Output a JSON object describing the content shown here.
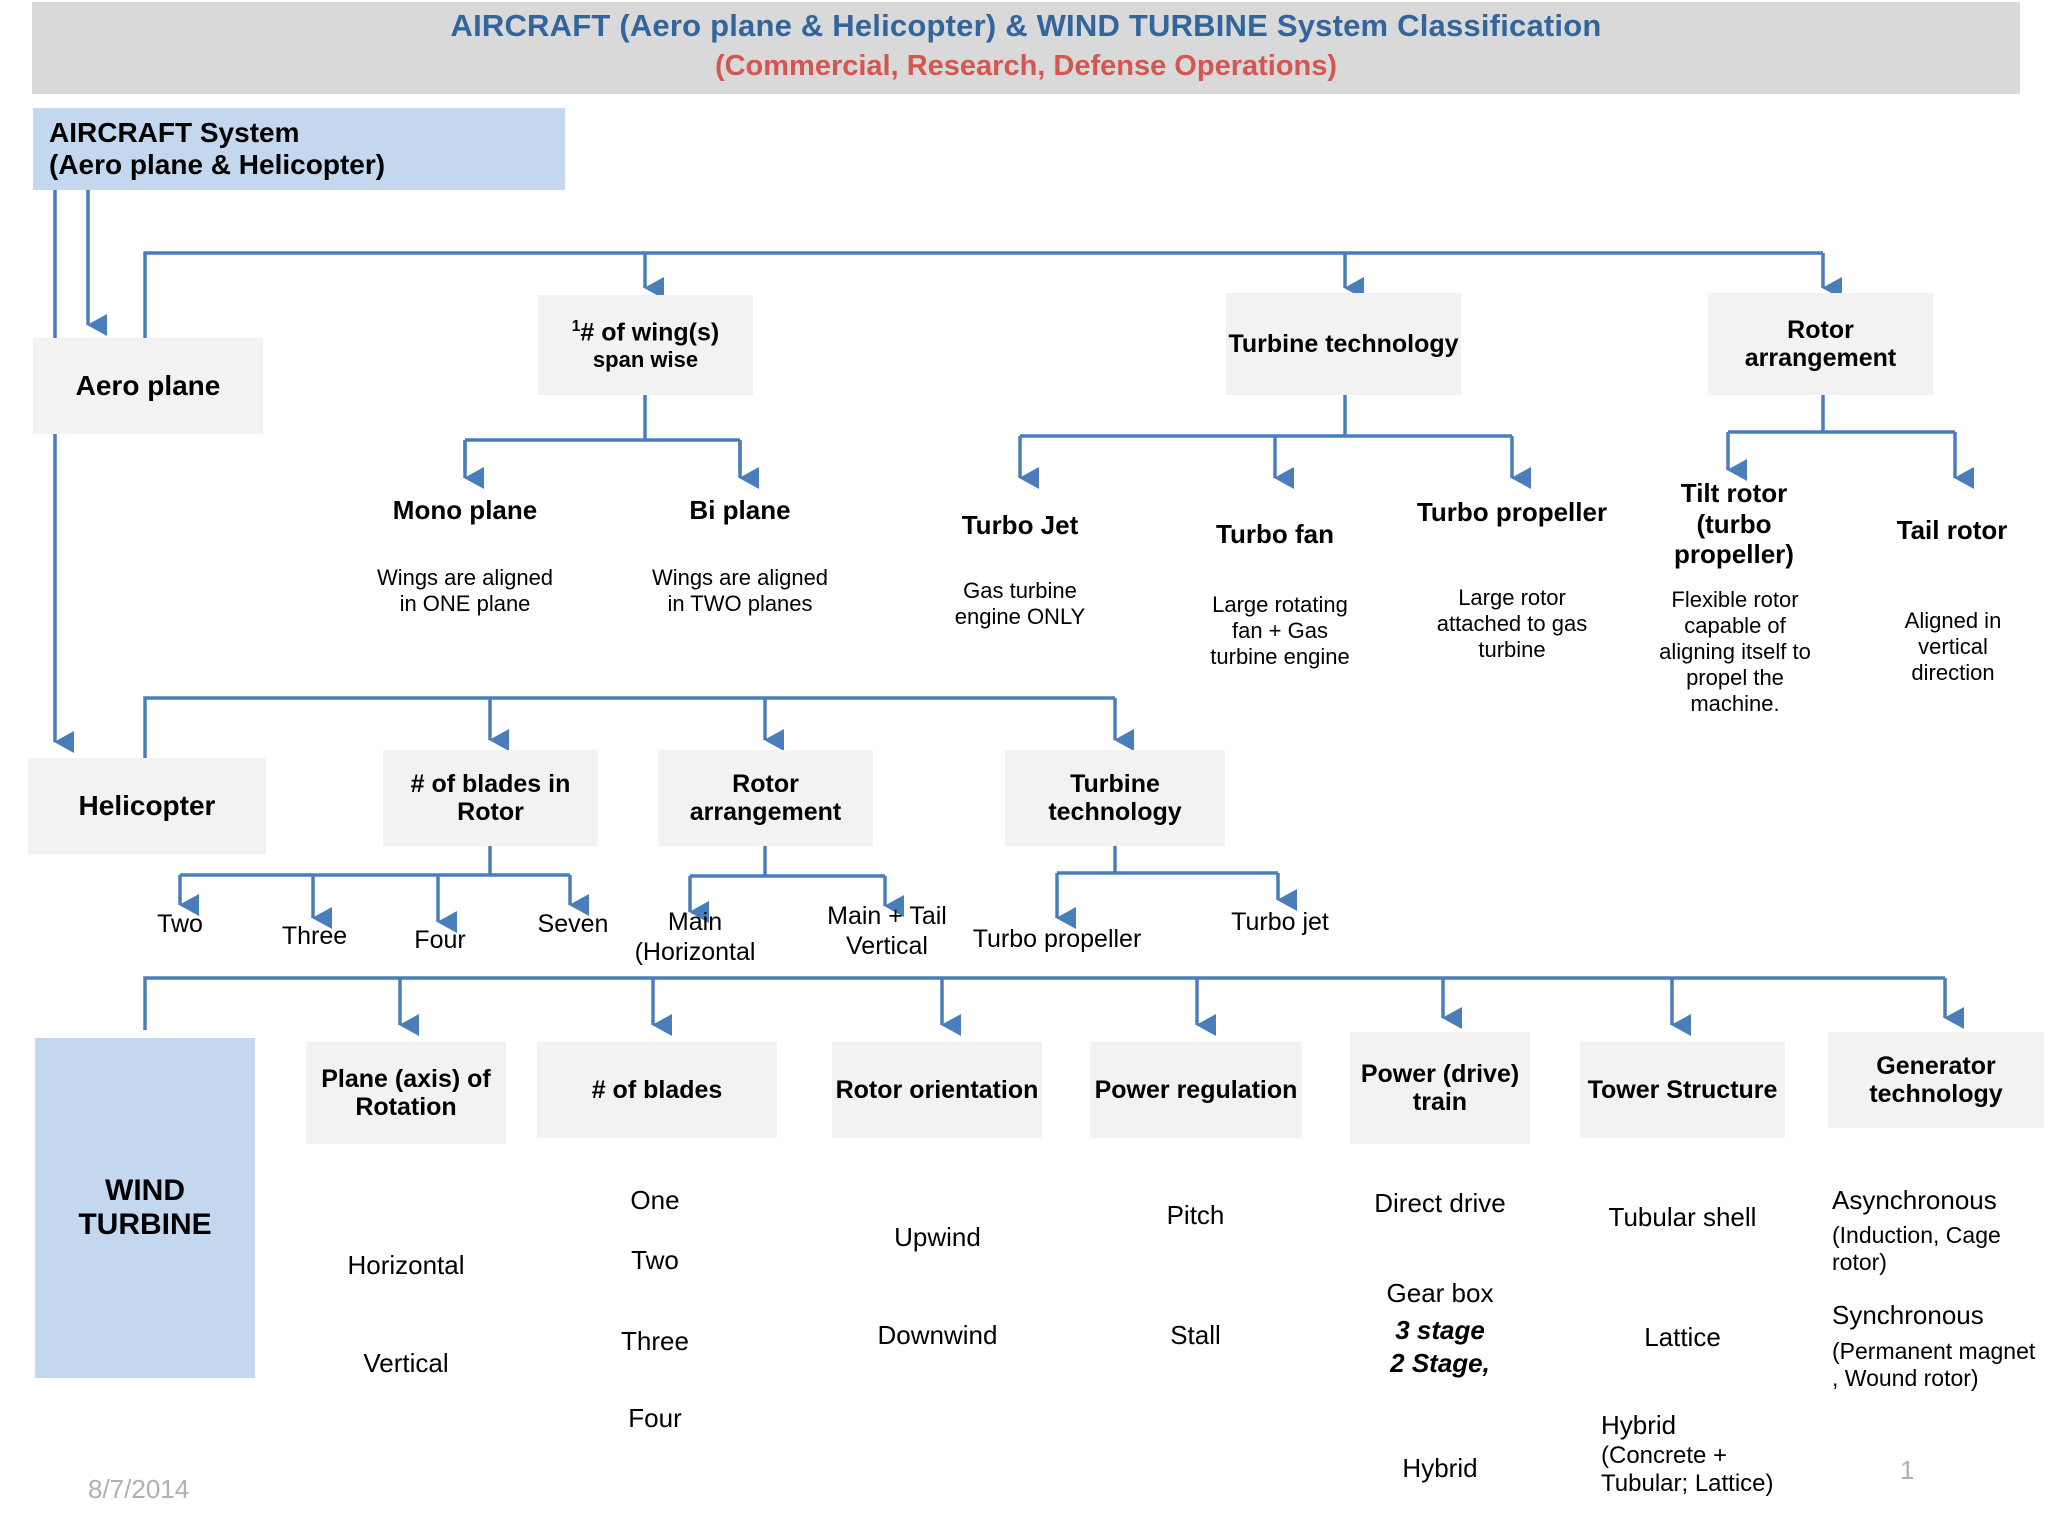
{
  "title": {
    "main": "AIRCRAFT (Aero plane & Helicopter) & WIND TURBINE System Classification",
    "sub": "(Commercial,  Research, Defense Operations)",
    "main_color": "#31659C",
    "sub_color": "#D4564F",
    "bar_color": "#D9D9D9"
  },
  "footer": {
    "date": "8/7/2014",
    "page_number": "1"
  },
  "aircraft": {
    "root_line1": "AIRCRAFT System",
    "root_line2": "(Aero plane & Helicopter)",
    "aeroplane": "Aero plane",
    "helicopter": "Helicopter"
  },
  "aeroplane_branches": [
    {
      "title_sup": "1",
      "title": "# of wing(s)",
      "subtitle": "span wise",
      "children": [
        {
          "label": "Mono plane",
          "desc": "Wings are aligned in ONE plane"
        },
        {
          "label": "Bi plane",
          "desc": "Wings are aligned in TWO planes"
        }
      ]
    },
    {
      "title": "Turbine technology",
      "children": [
        {
          "label": "Turbo Jet",
          "desc": "Gas turbine engine ONLY"
        },
        {
          "label": "Turbo fan",
          "desc": "Large rotating fan + Gas turbine engine"
        },
        {
          "label": "Turbo propeller",
          "desc": "Large rotor attached to gas turbine"
        }
      ]
    },
    {
      "title": "Rotor arrangement",
      "children": [
        {
          "label": "Tilt rotor (turbo propeller)",
          "desc": "Flexible rotor capable of aligning itself to propel the machine."
        },
        {
          "label": "Tail rotor",
          "desc": "Aligned in vertical direction"
        }
      ]
    }
  ],
  "helicopter_branches": [
    {
      "title": "# of blades in Rotor",
      "children": [
        "Two",
        "Three",
        "Four",
        "Seven"
      ]
    },
    {
      "title": "Rotor arrangement",
      "children": [
        "Main (Horizontal",
        "Main + Tail Vertical"
      ]
    },
    {
      "title": "Turbine technology",
      "children": [
        "Turbo propeller",
        "Turbo jet"
      ]
    }
  ],
  "wind_turbine": {
    "root_line1": "WIND",
    "root_line2": "TURBINE",
    "columns": [
      {
        "title": "Plane (axis) of Rotation",
        "items": [
          {
            "text": "Horizontal"
          },
          {
            "text": "Vertical"
          }
        ]
      },
      {
        "title": "# of blades",
        "items": [
          {
            "text": "One"
          },
          {
            "text": "Two"
          },
          {
            "text": "Three"
          },
          {
            "text": "Four"
          }
        ]
      },
      {
        "title": "Rotor orientation",
        "items": [
          {
            "text": "Upwind"
          },
          {
            "text": "Downwind"
          }
        ]
      },
      {
        "title": "Power regulation",
        "items": [
          {
            "text": "Pitch"
          },
          {
            "text": "Stall"
          }
        ]
      },
      {
        "title": "Power (drive) train",
        "items": [
          {
            "text": "Direct drive"
          },
          {
            "text": "Gear box"
          },
          {
            "text": "3 stage",
            "style": "italic"
          },
          {
            "text": "2 Stage,",
            "style": "italic"
          },
          {
            "text": "Hybrid"
          }
        ]
      },
      {
        "title": "Tower Structure",
        "items": [
          {
            "text": "Tubular shell"
          },
          {
            "text": "Lattice"
          },
          {
            "text": "Hybrid"
          },
          {
            "text": "(Concrete + Tubular; Lattice)",
            "style": "small"
          }
        ]
      },
      {
        "title": "Generator technology",
        "items": [
          {
            "text": "Asynchronous"
          },
          {
            "text": "(Induction, Cage rotor)",
            "style": "small"
          },
          {
            "text": "Synchronous"
          },
          {
            "text": "(Permanent magnet , Wound rotor)",
            "style": "small"
          }
        ]
      }
    ]
  },
  "colors": {
    "connector": "#4A7EBB",
    "box_gray": "#F2F2F2",
    "box_blue": "#C3D7EF"
  }
}
